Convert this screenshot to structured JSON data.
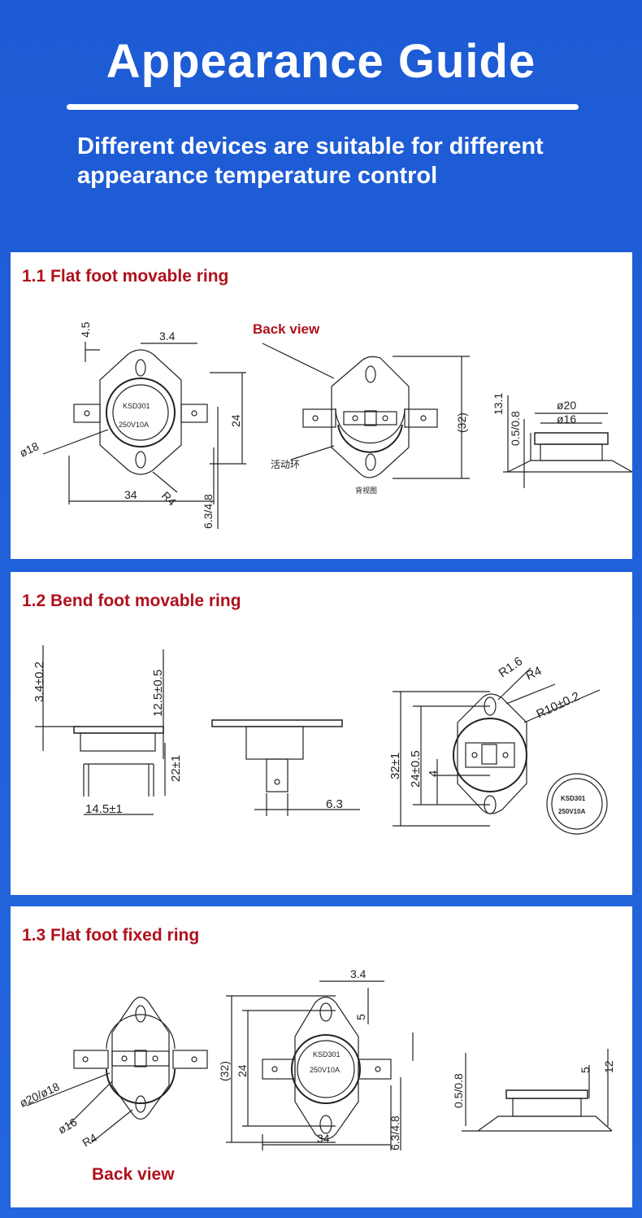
{
  "header": {
    "title": "Appearance Guide",
    "subtitle": "Different devices are suitable for different appearance temperature control"
  },
  "sections": [
    {
      "title": "1.1 Flat foot movable ring",
      "back_view_label": "Back view",
      "chinese_movable_ring": "活动环",
      "chinese_rear_view": "背视图",
      "device_model": "KSD301",
      "device_rating": "250V10A",
      "dims": {
        "d45": "4.5",
        "d34": "3.4",
        "d24": "24",
        "d18": "ø18",
        "dR4": "R4",
        "d34w": "34",
        "d6348": "6.3/4.8",
        "d32": "(32)",
        "d131": "13.1",
        "d0508": "0.5/0.8",
        "d20": "ø20",
        "d16": "ø16"
      }
    },
    {
      "title": "1.2 Bend foot movable ring",
      "device_model": "KSD301",
      "device_rating": "250V10A",
      "dims": {
        "d34": "3.4±0.2",
        "d125": "12.5±0.5",
        "d22": "22±1",
        "d145": "14.5±1",
        "d63": "6.3",
        "dR16": "R1.6",
        "dR4": "R4",
        "dR10": "R10±0.2",
        "d32": "32±1",
        "d24": "24±0.5",
        "d4": "4"
      }
    },
    {
      "title": "1.3 Flat foot fixed ring",
      "back_view_label": "Back view",
      "device_model": "KSD301",
      "device_rating": "250V10A",
      "dims": {
        "d2018": "ø20/ø18",
        "d16": "ø16",
        "dR4": "R4",
        "d34": "3.4",
        "d5": "5",
        "d32": "(32)",
        "d24": "24",
        "d34w": "34",
        "d6348": "6.3/4.8",
        "d0508": "0.5/0.8",
        "d5b": "5",
        "d12": "12"
      }
    }
  ],
  "colors": {
    "background": "#1f5fd6",
    "accent_text": "#b0111c",
    "panel": "#ffffff"
  }
}
